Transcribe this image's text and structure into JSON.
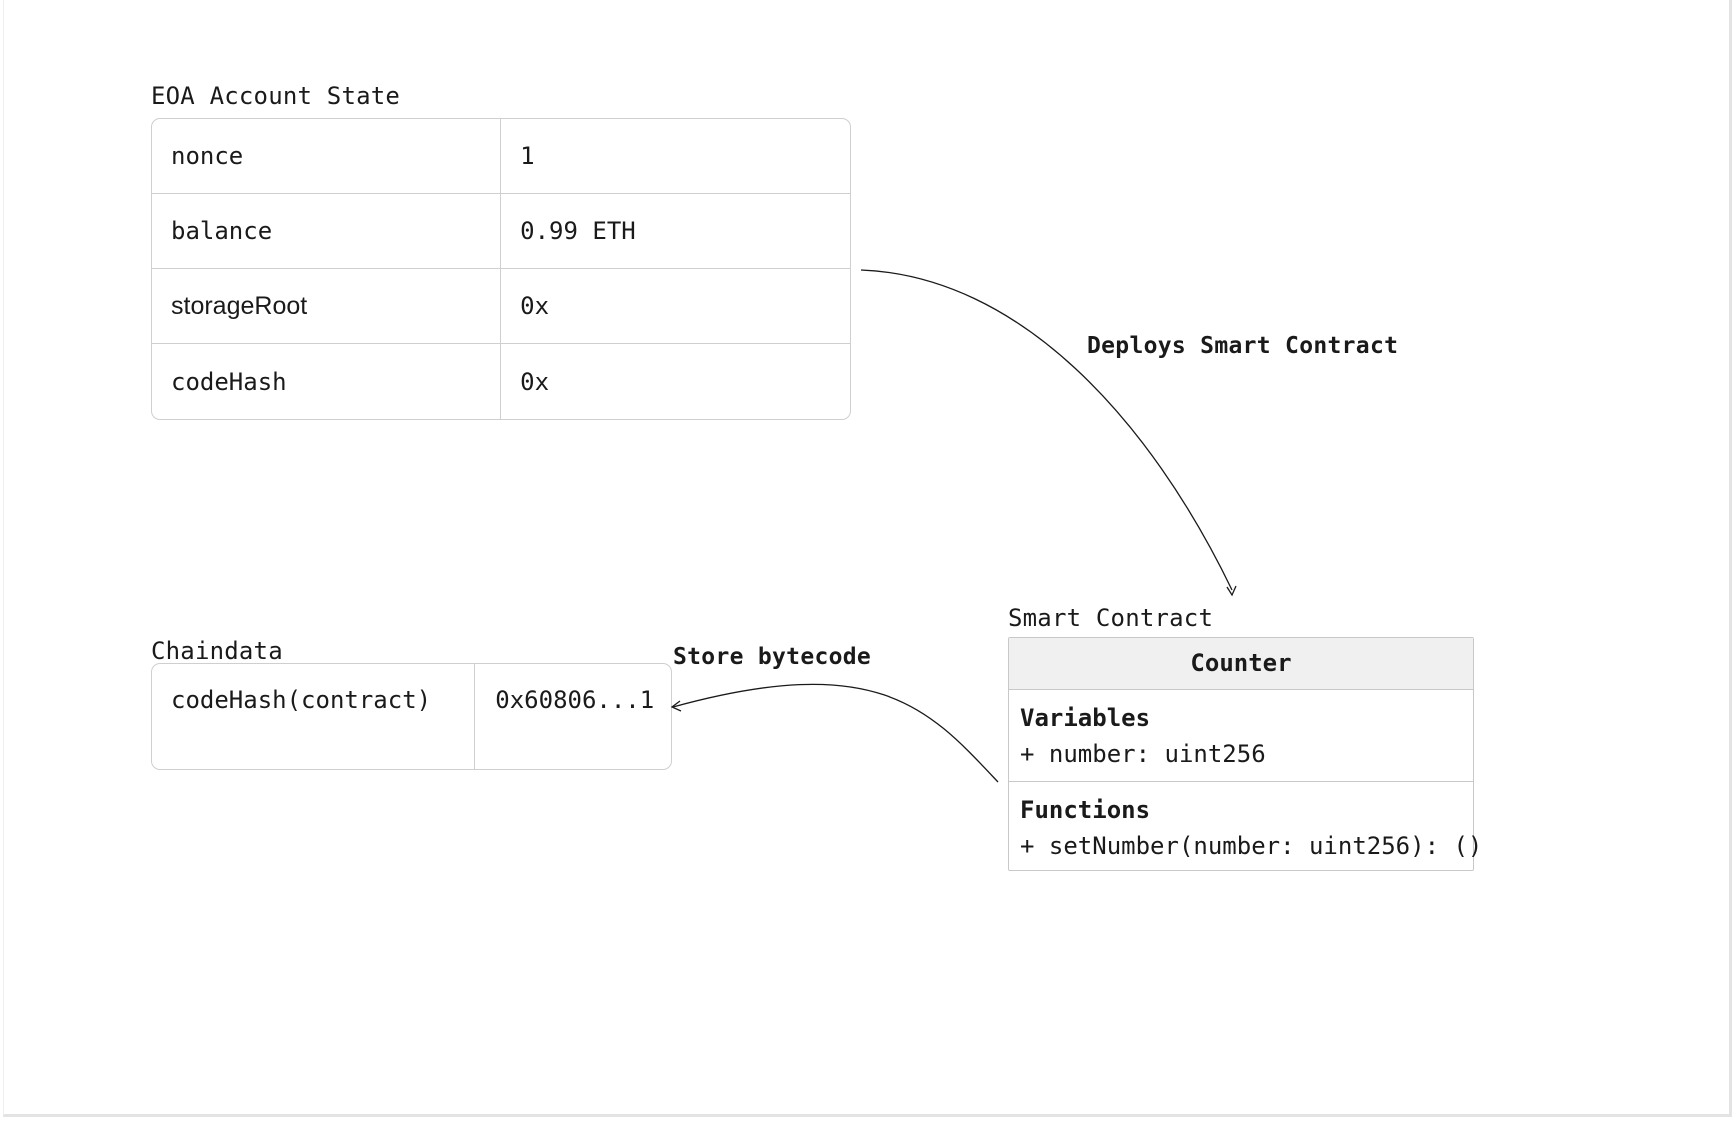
{
  "eoa": {
    "title": "EOA Account State",
    "rows": [
      {
        "key": "nonce",
        "value": "1"
      },
      {
        "key": "balance",
        "value": "0.99 ETH"
      },
      {
        "key": "storageRoot",
        "value": "0x"
      },
      {
        "key": "codeHash",
        "value": "0x"
      }
    ]
  },
  "chaindata": {
    "title": "Chaindata",
    "rows": [
      {
        "key": "codeHash(contract)",
        "value": "0x60806...1"
      }
    ]
  },
  "smart_contract": {
    "title": "Smart Contract",
    "class_name": "Counter",
    "variables_title": "Variables",
    "variables": [
      "+ number: uint256"
    ],
    "functions_title": "Functions",
    "functions": [
      "+ setNumber(number: uint256): ()"
    ]
  },
  "edges": {
    "deploy_label": "Deploys Smart Contract",
    "store_label": "Store bytecode"
  },
  "colors": {
    "line": "#1a1a1a",
    "border": "#cfcfcf",
    "header_fill": "#f0f0f0"
  }
}
